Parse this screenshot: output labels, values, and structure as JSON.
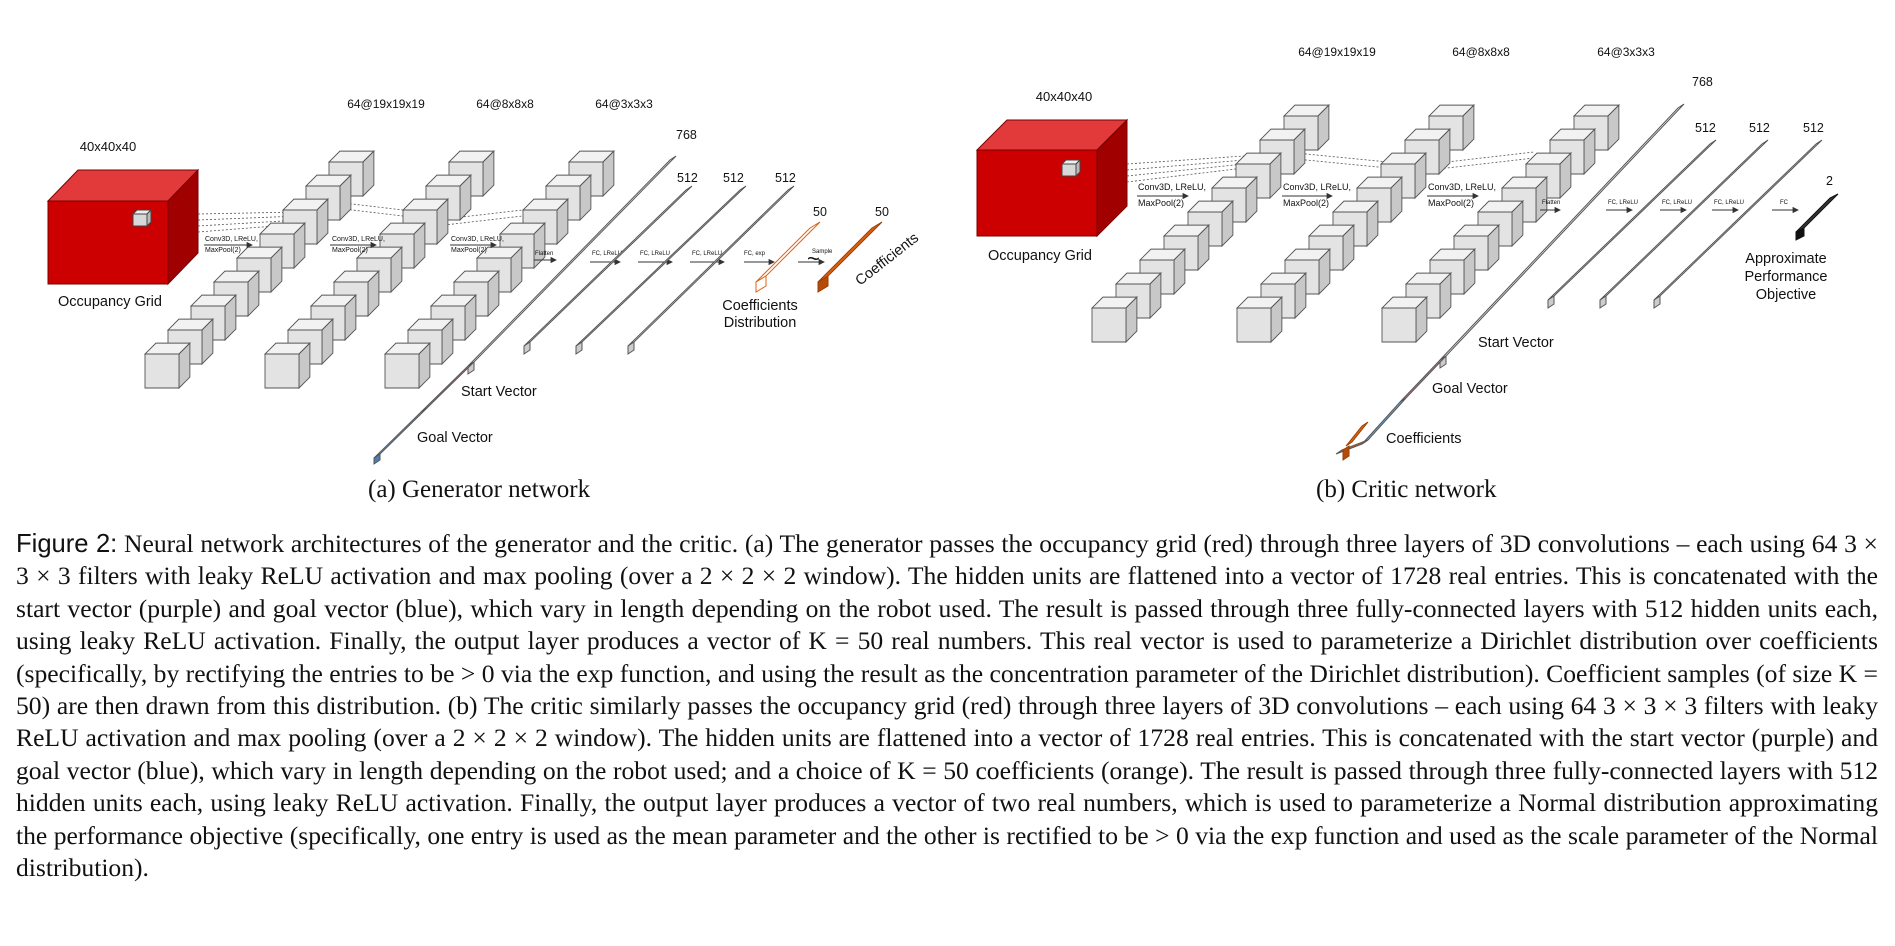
{
  "generator": {
    "grid_size": "40x40x40",
    "grid_name": "Occupancy Grid",
    "layer_shapes": [
      "64@19x19x19",
      "64@8x8x8",
      "64@3x3x3"
    ],
    "conv_op": "Conv3D, LReLU,",
    "pool_op": "MaxPool(2)",
    "flatten_size": "768",
    "fc_sizes": [
      "512",
      "512",
      "512"
    ],
    "out_size": "50",
    "sample_size": "50",
    "flatten_op": "Flatten",
    "fc_ops": [
      "FC, LReLU",
      "FC, LReLU",
      "FC, LReLU",
      "FC, exp"
    ],
    "sample_op": "Sample",
    "tilde": "~",
    "start_vector": "Start Vector",
    "goal_vector": "Goal Vector",
    "distribution_label": [
      "Coefficients",
      "Distribution"
    ],
    "coefficients": "Coefficients",
    "subcaption": "(a) Generator network"
  },
  "critic": {
    "grid_size": "40x40x40",
    "grid_name": "Occupancy Grid",
    "layer_shapes": [
      "64@19x19x19",
      "64@8x8x8",
      "64@3x3x3"
    ],
    "conv_op": "Conv3D, LReLU,",
    "pool_op": "MaxPool(2)",
    "flatten_size": "768",
    "fc_sizes": [
      "512",
      "512",
      "512"
    ],
    "out_size": "2",
    "flatten_op": "Flatten",
    "fc_ops": [
      "FC, LReLU",
      "FC, LReLU",
      "FC, LReLU",
      "FC"
    ],
    "start_vector": "Start Vector",
    "goal_vector": "Goal Vector",
    "coefficients": "Coefficients",
    "objective_label": [
      "Approximate",
      "Performance",
      "Objective"
    ],
    "subcaption": "(b) Critic network"
  },
  "colors": {
    "occupancy": "#cc0000",
    "start_vector": "#c27ba0",
    "goal_vector": "#6fa8dc",
    "coefficients": "#e06010",
    "output": "#222222"
  },
  "caption": {
    "label": "Figure 2:",
    "text": "Neural network architectures of the generator and the critic. (a) The generator passes the occupancy grid (red) through three layers of 3D convolutions – each using 64 3 × 3 × 3 filters with leaky ReLU activation and max pooling (over a 2 × 2 × 2 window). The hidden units are flattened into a vector of 1728 real entries. This is concatenated with the start vector (purple) and goal vector (blue), which vary in length depending on the robot used. The result is passed through three fully-connected layers with 512 hidden units each, using leaky ReLU activation. Finally, the output layer produces a vector of K = 50 real numbers. This real vector is used to parameterize a Dirichlet distribution over coefficients (specifically, by rectifying the entries to be > 0 via the exp function, and using the result as the concentration parameter of the Dirichlet distribution). Coefficient samples (of size K = 50) are then drawn from this distribution. (b) The critic similarly passes the occupancy grid (red) through three layers of 3D convolutions – each using 64 3 × 3 × 3 filters with leaky ReLU activation and max pooling (over a 2 × 2 × 2 window). The hidden units are flattened into a vector of 1728 real entries. This is concatenated with the start vector (purple) and goal vector (blue), which vary in length depending on the robot used; and a choice of K = 50 coefficients (orange). The result is passed through three fully-connected layers with 512 hidden units each, using leaky ReLU activation. Finally, the output layer produces a vector of two real numbers, which is used to parameterize a Normal distribution approximating the performance objective (specifically, one entry is used as the mean parameter and the other is rectified to be > 0 via the exp function and used as the scale parameter of the Normal distribution)."
  }
}
